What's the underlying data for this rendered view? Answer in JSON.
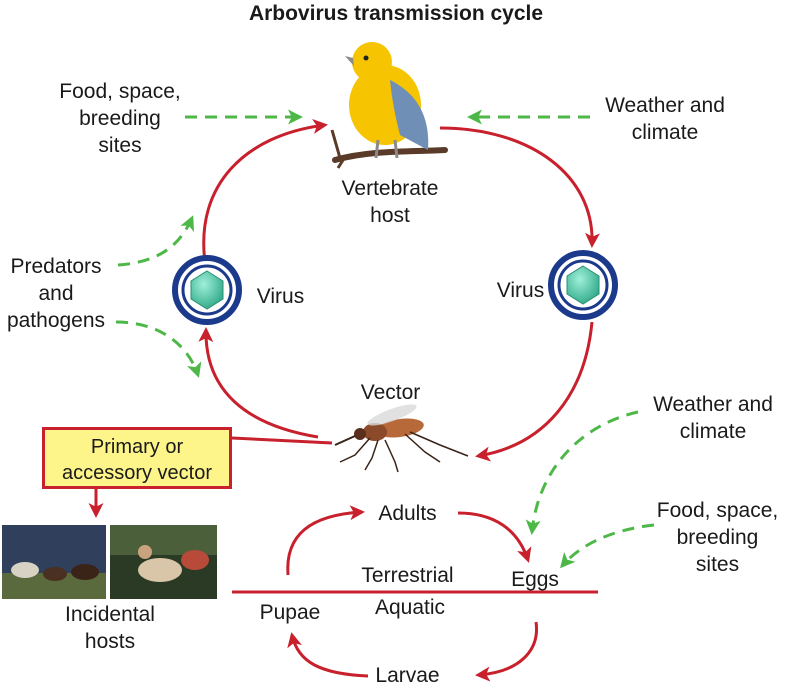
{
  "title": "Arbovirus transmission cycle",
  "labels": {
    "food_top": "Food, space,\nbreeding\nsites",
    "weather_top": "Weather and\nclimate",
    "vertebrate_host": "Vertebrate\nhost",
    "predators": "Predators\nand\npathogens",
    "virus_left": "Virus",
    "virus_right": "Virus",
    "vector": "Vector",
    "weather_right": "Weather and\nclimate",
    "primary_vector": "Primary or\naccessory vector",
    "food_right": "Food, space,\nbreeding\nsites",
    "adults": "Adults",
    "terrestrial": "Terrestrial",
    "eggs": "Eggs",
    "incidental_hosts": "Incidental\nhosts",
    "pupae": "Pupae",
    "aquatic": "Aquatic",
    "larvae": "Larvae"
  },
  "colors": {
    "cycle_arrow": "#c8202c",
    "influence_arrow": "#4db848",
    "virus_ring": "#1c3a8c",
    "virus_core": "#4fc9a8",
    "box_fill": "#fdf58a",
    "bird_yellow": "#f6c400",
    "bird_wing": "#6f8fb6"
  },
  "icons": [
    "bird-illustration",
    "mosquito-illustration",
    "virus-icon",
    "horses-photo",
    "people-photo"
  ]
}
